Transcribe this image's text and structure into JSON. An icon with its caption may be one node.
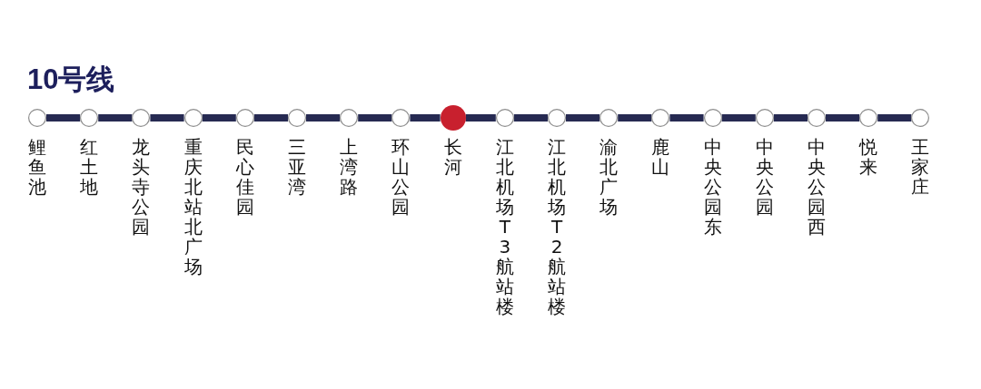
{
  "diagram": {
    "title": "10号线",
    "nodes": [
      {
        "text": [],
        "shape": "circle",
        "beside": [
          "鲤鱼池"
        ]
      },
      {
        "text": [],
        "shape": "circle",
        "beside": [
          "红土地"
        ]
      },
      {
        "text": [],
        "shape": "circle",
        "beside": [
          "龙头寺公园"
        ]
      },
      {
        "text": [],
        "shape": "circle",
        "beside": [
          "重庆北站北广场"
        ]
      },
      {
        "text": [],
        "shape": "circle",
        "beside": [
          "民心佳园"
        ]
      },
      {
        "text": [],
        "shape": "circle",
        "beside": [
          "三亚湾"
        ]
      },
      {
        "text": [],
        "shape": "circle",
        "beside": [
          "上湾路"
        ]
      },
      {
        "text": [],
        "shape": "circle",
        "beside": [
          "环山公园"
        ]
      },
      {
        "text": [],
        "shape": "circle",
        "beside": [
          "长河"
        ]
      },
      {
        "text": [],
        "shape": "circle",
        "beside": [
          "江北机场T3航站楼"
        ]
      },
      {
        "text": [],
        "shape": "circle",
        "beside": [
          "江北机场T2航站楼"
        ]
      },
      {
        "text": [],
        "shape": "circle",
        "beside": [
          "渝北广场"
        ]
      },
      {
        "text": [],
        "shape": "circle",
        "beside": [
          "鹿山"
        ]
      },
      {
        "text": [],
        "shape": "circle",
        "beside": [
          "中央公园东"
        ]
      },
      {
        "text": [],
        "shape": "circle",
        "beside": [
          "中央公园"
        ]
      },
      {
        "text": [],
        "shape": "circle",
        "beside": [
          "中央公园西"
        ]
      },
      {
        "text": [],
        "shape": "circle",
        "beside": [
          "悦来"
        ]
      },
      {
        "text": [],
        "shape": "circle",
        "beside": [
          "王家庄"
        ]
      }
    ],
    "edges": [
      {
        "from": 0,
        "to": 1,
        "arrow": "none"
      },
      {
        "from": 1,
        "to": 2,
        "arrow": "none"
      },
      {
        "from": 2,
        "to": 3,
        "arrow": "none"
      },
      {
        "from": 3,
        "to": 4,
        "arrow": "none"
      },
      {
        "from": 4,
        "to": 5,
        "arrow": "none"
      },
      {
        "from": 5,
        "to": 6,
        "arrow": "none"
      },
      {
        "from": 6,
        "to": 7,
        "arrow": "none"
      },
      {
        "from": 7,
        "to": 8,
        "arrow": "none"
      },
      {
        "from": 8,
        "to": 9,
        "arrow": "none"
      },
      {
        "from": 9,
        "to": 10,
        "arrow": "none"
      },
      {
        "from": 10,
        "to": 11,
        "arrow": "none"
      },
      {
        "from": 11,
        "to": 12,
        "arrow": "none"
      },
      {
        "from": 12,
        "to": 13,
        "arrow": "none"
      },
      {
        "from": 13,
        "to": 14,
        "arrow": "none"
      },
      {
        "from": 14,
        "to": 15,
        "arrow": "none"
      },
      {
        "from": 15,
        "to": 16,
        "arrow": "none"
      },
      {
        "from": 16,
        "to": 17,
        "arrow": "none"
      }
    ]
  }
}
